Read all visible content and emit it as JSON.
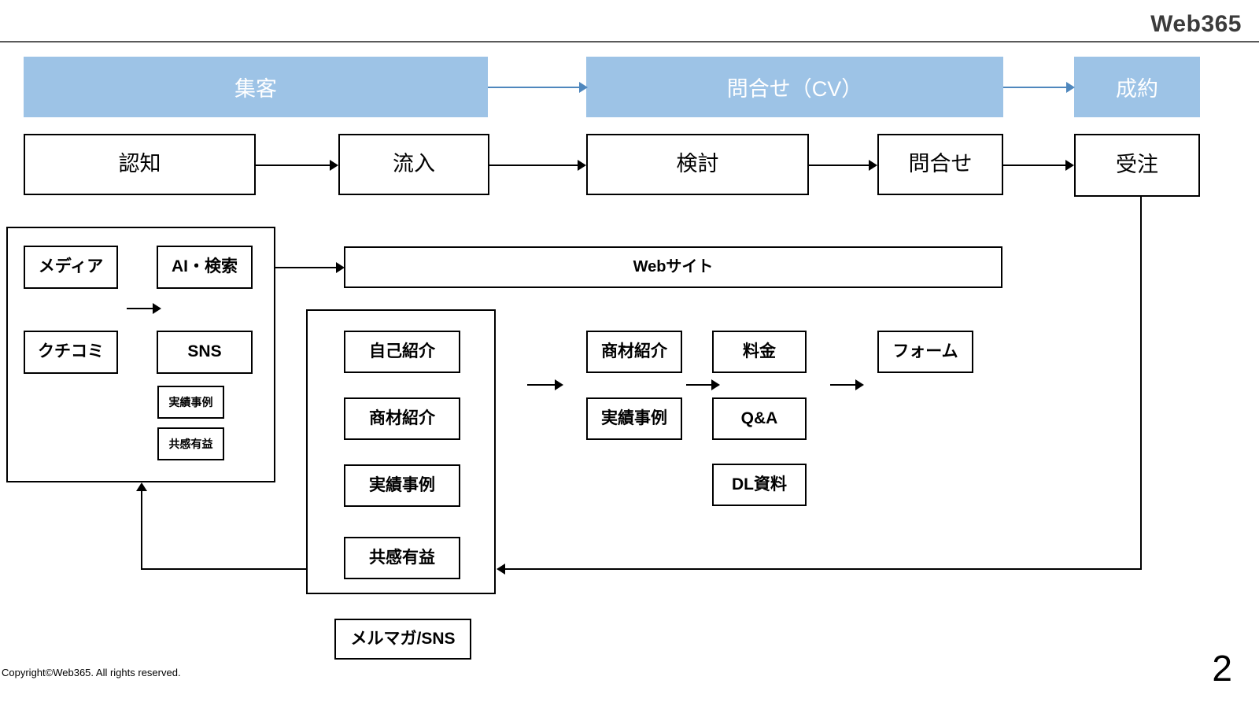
{
  "header": {
    "brand": "Web365"
  },
  "footer": {
    "copyright": "Copyright©Web365. All rights reserved.",
    "page_number": "2"
  },
  "colors": {
    "banner_fill": "#9dc3e6",
    "banner_text": "#ffffff",
    "banner_arrow": "#4f87bd",
    "box_border": "#000000",
    "brand_text": "#3b3b3b"
  },
  "funnel": {
    "banners": [
      {
        "label": "集客"
      },
      {
        "label": "問合せ（CV）"
      },
      {
        "label": "成約"
      }
    ],
    "stages": [
      {
        "label": "認知"
      },
      {
        "label": "流入"
      },
      {
        "label": "検討"
      },
      {
        "label": "問合せ"
      },
      {
        "label": "受注"
      }
    ]
  },
  "channels_group": {
    "items": [
      {
        "label": "メディア"
      },
      {
        "label": "AI・検索"
      },
      {
        "label": "クチコミ"
      },
      {
        "label": "SNS"
      }
    ],
    "sub_items": [
      {
        "label": "実績事例"
      },
      {
        "label": "共感有益"
      }
    ]
  },
  "website": {
    "label": "Webサイト"
  },
  "content_group": {
    "items": [
      {
        "label": "自己紹介"
      },
      {
        "label": "商材紹介"
      },
      {
        "label": "実績事例"
      },
      {
        "label": "共感有益"
      }
    ]
  },
  "mailmag": {
    "label": "メルマガ/SNS"
  },
  "consideration_column": {
    "items": [
      {
        "label": "商材紹介"
      },
      {
        "label": "実績事例"
      }
    ]
  },
  "inquiry_column": {
    "items": [
      {
        "label": "料金"
      },
      {
        "label": "Q&A"
      },
      {
        "label": "DL資料"
      }
    ]
  },
  "form_column": {
    "items": [
      {
        "label": "フォーム"
      }
    ]
  }
}
